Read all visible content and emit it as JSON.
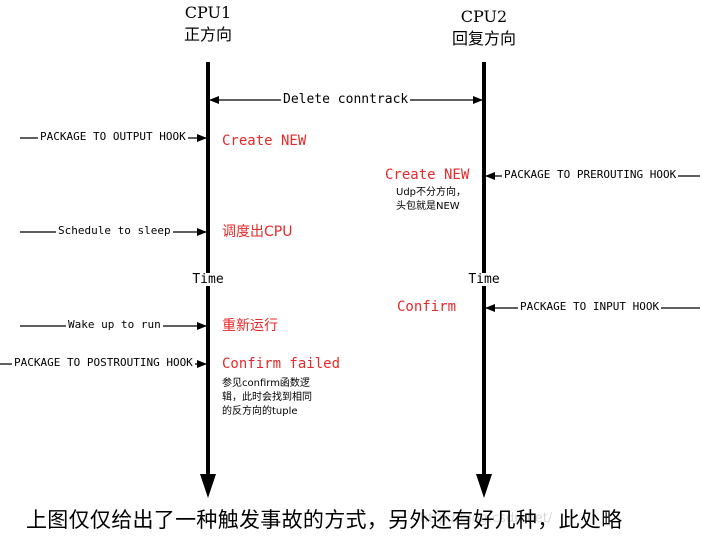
{
  "cpu1": {
    "title": "CPU1",
    "subtitle": "正方向"
  },
  "cpu2": {
    "title": "CPU2",
    "subtitle": "回复方向"
  },
  "shared": {
    "delete_conntrack": "Delete conntrack"
  },
  "cpu1_events": {
    "output_hook": "PACKAGE TO OUTPUT HOOK",
    "create_new": "Create NEW",
    "schedule_sleep": "Schedule to sleep",
    "schedule_cpu": "调度出CPU",
    "time": "Time",
    "wake_up": "Wake up to run",
    "rerun": "重新运行",
    "postrouting_hook": "PACKAGE TO POSTROUTING HOOK",
    "confirm_failed": "Confirm failed",
    "note_lines": [
      "参见confirm函数逻",
      "辑，此时会找到相同",
      "的反方向的tuple"
    ]
  },
  "cpu2_events": {
    "create_new": "Create NEW",
    "note_lines": [
      "Udp不分方向，",
      "头包就是NEW"
    ],
    "prerouting_hook": "PACKAGE TO PREROUTING HOOK",
    "time": "Time",
    "confirm": "Confirm",
    "input_hook": "PACKAGE TO INPUT HOOK"
  },
  "caption": "上图仅仅给出了一种触发事故的方式，另外还有好几种，此处略",
  "watermark": "http://blog.csdn.net/",
  "colors": {
    "event_red": "#e8282a",
    "line": "#000000"
  }
}
